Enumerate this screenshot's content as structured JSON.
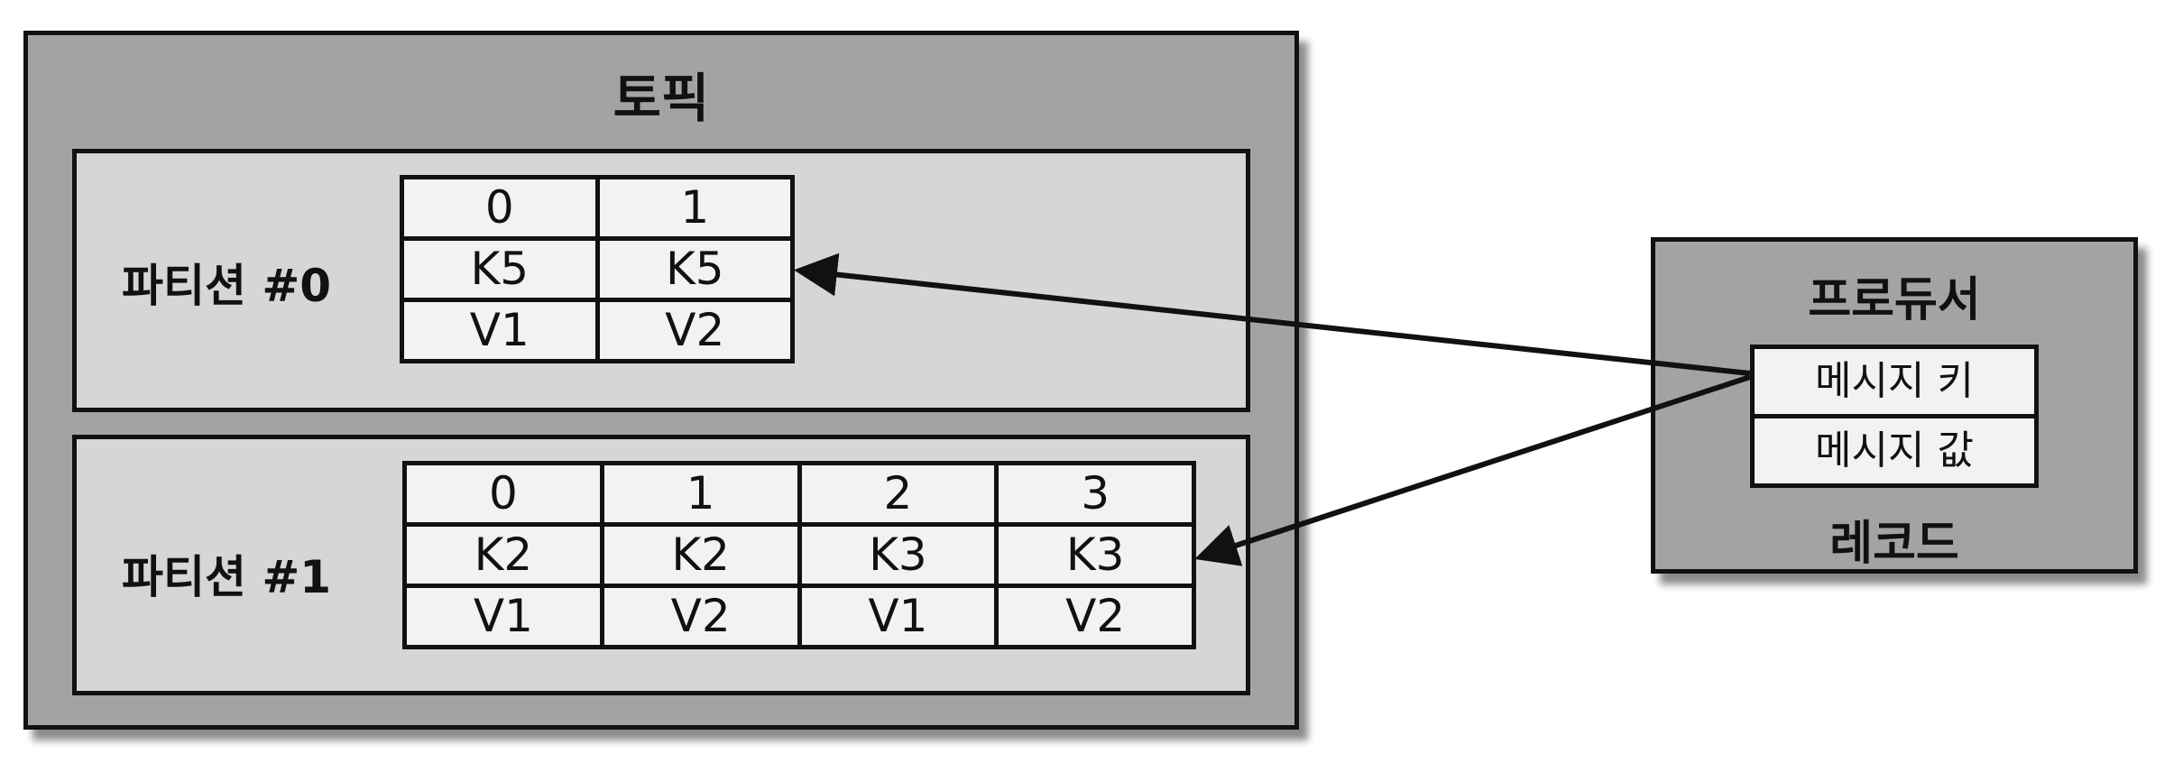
{
  "topic": {
    "title": "토픽",
    "partitions": [
      {
        "label": "파티션 #0",
        "offsets": [
          "0",
          "1"
        ],
        "keys": [
          "K5",
          "K5"
        ],
        "values": [
          "V1",
          "V2"
        ]
      },
      {
        "label": "파티션 #1",
        "offsets": [
          "0",
          "1",
          "2",
          "3"
        ],
        "keys": [
          "K2",
          "K2",
          "K3",
          "K3"
        ],
        "values": [
          "V1",
          "V2",
          "V1",
          "V2"
        ]
      }
    ]
  },
  "producer": {
    "title": "프로듀서",
    "record": {
      "key_label": "메시지 키",
      "value_label": "메시지 값",
      "caption": "레코드"
    }
  },
  "colors": {
    "outer_box": "#a3a3a3",
    "partition_box": "#d6d6d6",
    "cell": "#f2f2f2",
    "line": "#111111"
  }
}
